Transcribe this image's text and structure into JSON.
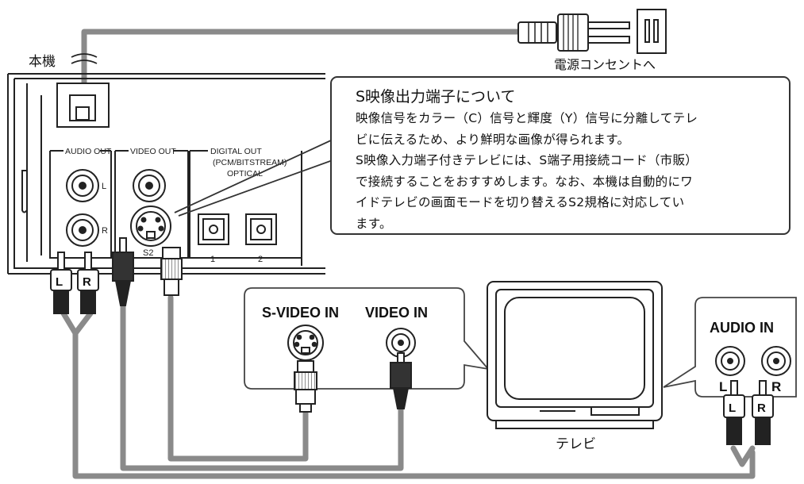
{
  "labels": {
    "main_unit": "本機",
    "outlet": "電源コンセントへ",
    "tv": "テレビ"
  },
  "panel": {
    "audio_out": "AUDIO OUT",
    "video_out": "VIDEO OUT",
    "digital_out": "DIGITAL OUT",
    "pcm_bitstream": "(PCM/BITSTREAM)",
    "optical": "OPTICAL",
    "left": "L",
    "right": "R",
    "s2": "S2",
    "port1": "1",
    "port2": "2"
  },
  "plugs": {
    "left": "L",
    "right": "R"
  },
  "tv_inputs": {
    "s_video_in": "S-VIDEO IN",
    "video_in": "VIDEO IN",
    "audio_in": "AUDIO IN",
    "left": "L",
    "right": "R"
  },
  "note": {
    "title": "S映像出力端子について",
    "lines": [
      "映像信号をカラー（C）信号と輝度（Y）信号に分離してテレ",
      "ビに伝えるため、より鮮明な画像が得られます。",
      "S映像入力端子付きテレビには、S端子用接続コード（市販）",
      "で接続することをおすすめします。なお、本機は自動的にワ",
      "イドテレビの画面モードを切り替えるS2規格に対応してい",
      "ます。"
    ]
  }
}
